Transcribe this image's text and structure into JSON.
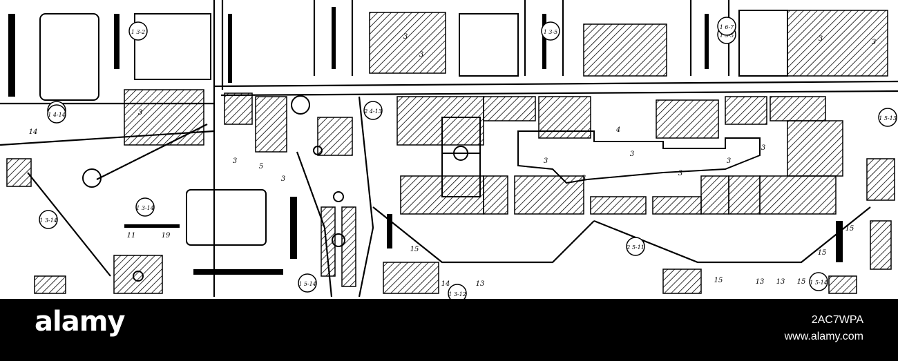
{
  "map": {
    "labels": [
      "1 3-2",
      "3",
      "1 3-14",
      "14",
      "3",
      "1 3-5",
      "3",
      "3",
      "1 3-5",
      "1 6-7",
      "3",
      "1 4-14",
      "2 4-13",
      "4",
      "3",
      "3",
      "3",
      "3",
      "3",
      "3",
      "3",
      "5",
      "3",
      "1 3-14",
      "1 3-14",
      "11",
      "19",
      "1 5-14",
      "2 5-11",
      "15",
      "15",
      "14",
      "13",
      "15",
      "1 3-12",
      "15",
      "13",
      "13",
      "15",
      "1 5-14",
      "1 5-13"
    ]
  },
  "footer": {
    "brand": "alamy",
    "image_id": "2AC7WPA",
    "site": "www.alamy.com"
  }
}
